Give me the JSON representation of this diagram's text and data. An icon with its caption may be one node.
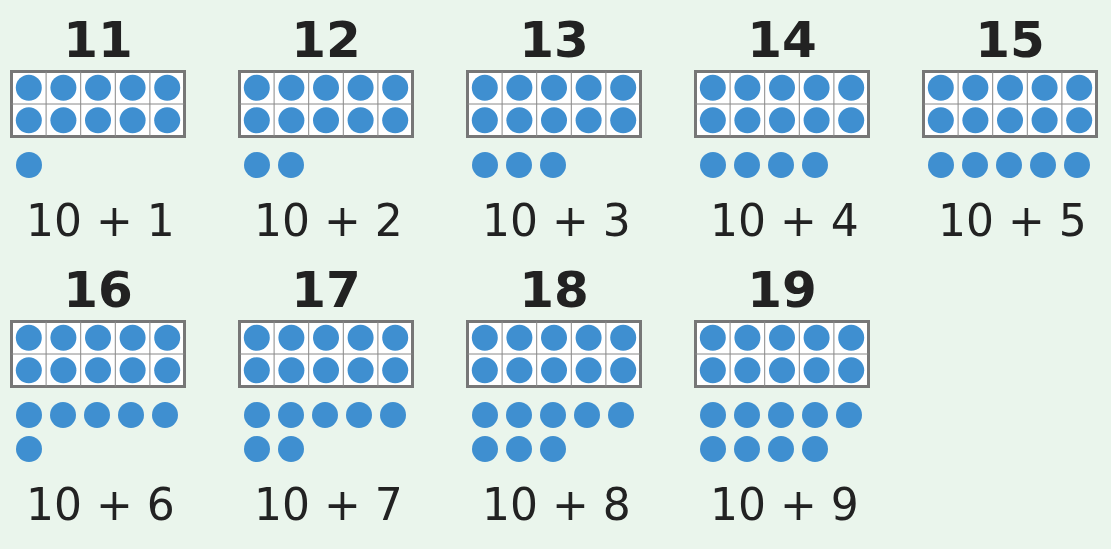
{
  "diagram": {
    "labels": [
      "11",
      "12",
      "13",
      "14",
      "15",
      "10 + 1",
      "10 + 2",
      "10 + 3",
      "10 + 4",
      "10 + 5",
      "16",
      "17",
      "18",
      "19",
      "10 + 6",
      "10 + 7",
      "10 + 8",
      "10 + 9"
    ]
  }
}
